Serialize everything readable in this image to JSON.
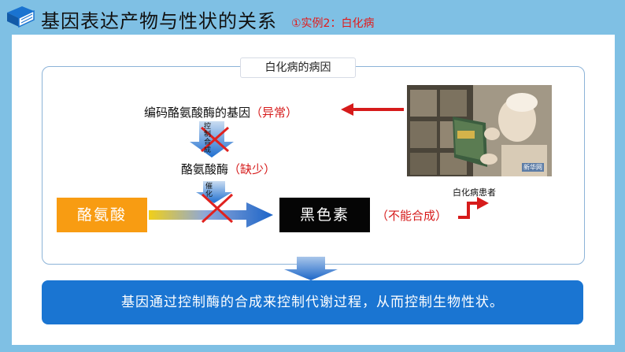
{
  "header": {
    "title": "基因表达产物与性状的关系",
    "subtitle": "①实例2：白化病"
  },
  "frame": {
    "title": "白化病的病因"
  },
  "flow": {
    "gene_label": "编码酪氨酸酶的基因",
    "gene_status": "（异常）",
    "control_label": "控制合成",
    "enzyme_label": "酪氨酸酶",
    "enzyme_status": "（缺少）",
    "catalyze_label": "催化",
    "substrate": "酪氨酸",
    "product": "黑色素",
    "product_status": "（不能合成）"
  },
  "photo": {
    "caption": "白化病患者",
    "watermark": "新华网"
  },
  "conclusion": {
    "text": "基因通过控制酶的合成来控制代谢过程，从而控制生物性状。"
  },
  "colors": {
    "background": "#7fc0e4",
    "accent_red": "#d61b1b",
    "substrate_box": "#f89c12",
    "product_box": "#050505",
    "conclusion_box": "#1a75d2"
  }
}
